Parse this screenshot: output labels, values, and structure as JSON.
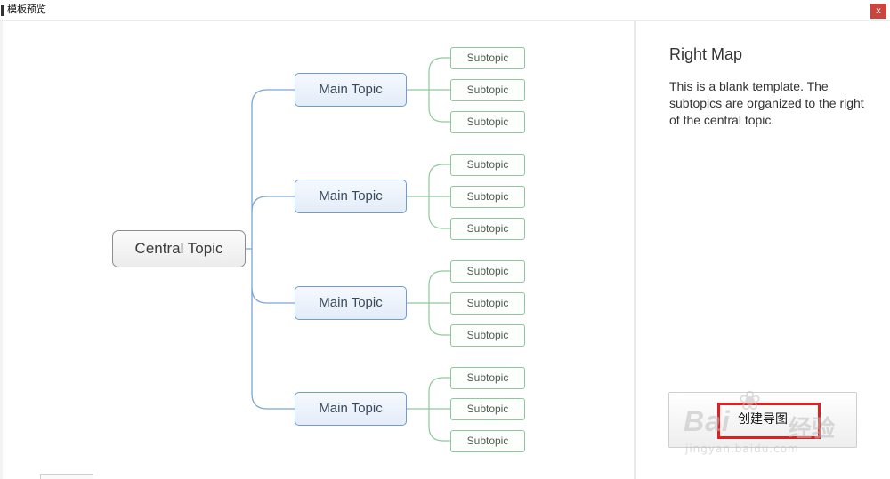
{
  "window": {
    "title": "模板预览",
    "close_label": "x"
  },
  "mindmap": {
    "central_topic": "Central Topic",
    "main_topics": [
      {
        "label": "Main Topic",
        "subtopics": [
          "Subtopic",
          "Subtopic",
          "Subtopic"
        ]
      },
      {
        "label": "Main Topic",
        "subtopics": [
          "Subtopic",
          "Subtopic",
          "Subtopic"
        ]
      },
      {
        "label": "Main Topic",
        "subtopics": [
          "Subtopic",
          "Subtopic",
          "Subtopic"
        ]
      },
      {
        "label": "Main Topic",
        "subtopics": [
          "Subtopic",
          "Subtopic",
          "Subtopic"
        ]
      }
    ]
  },
  "info": {
    "title": "Right Map",
    "description": "This is a blank template. The subtopics are organized to the right of the central topic."
  },
  "actions": {
    "create_label": "创建导图"
  },
  "watermark": {
    "logo": "Bai",
    "suffix": "经验",
    "url": "jingyan.baidu.com"
  },
  "colors": {
    "close_button": "#c9453e",
    "main_topic_border": "#6f9bcf",
    "subtopic_border": "#8dc89d",
    "highlight": "#e02020"
  }
}
